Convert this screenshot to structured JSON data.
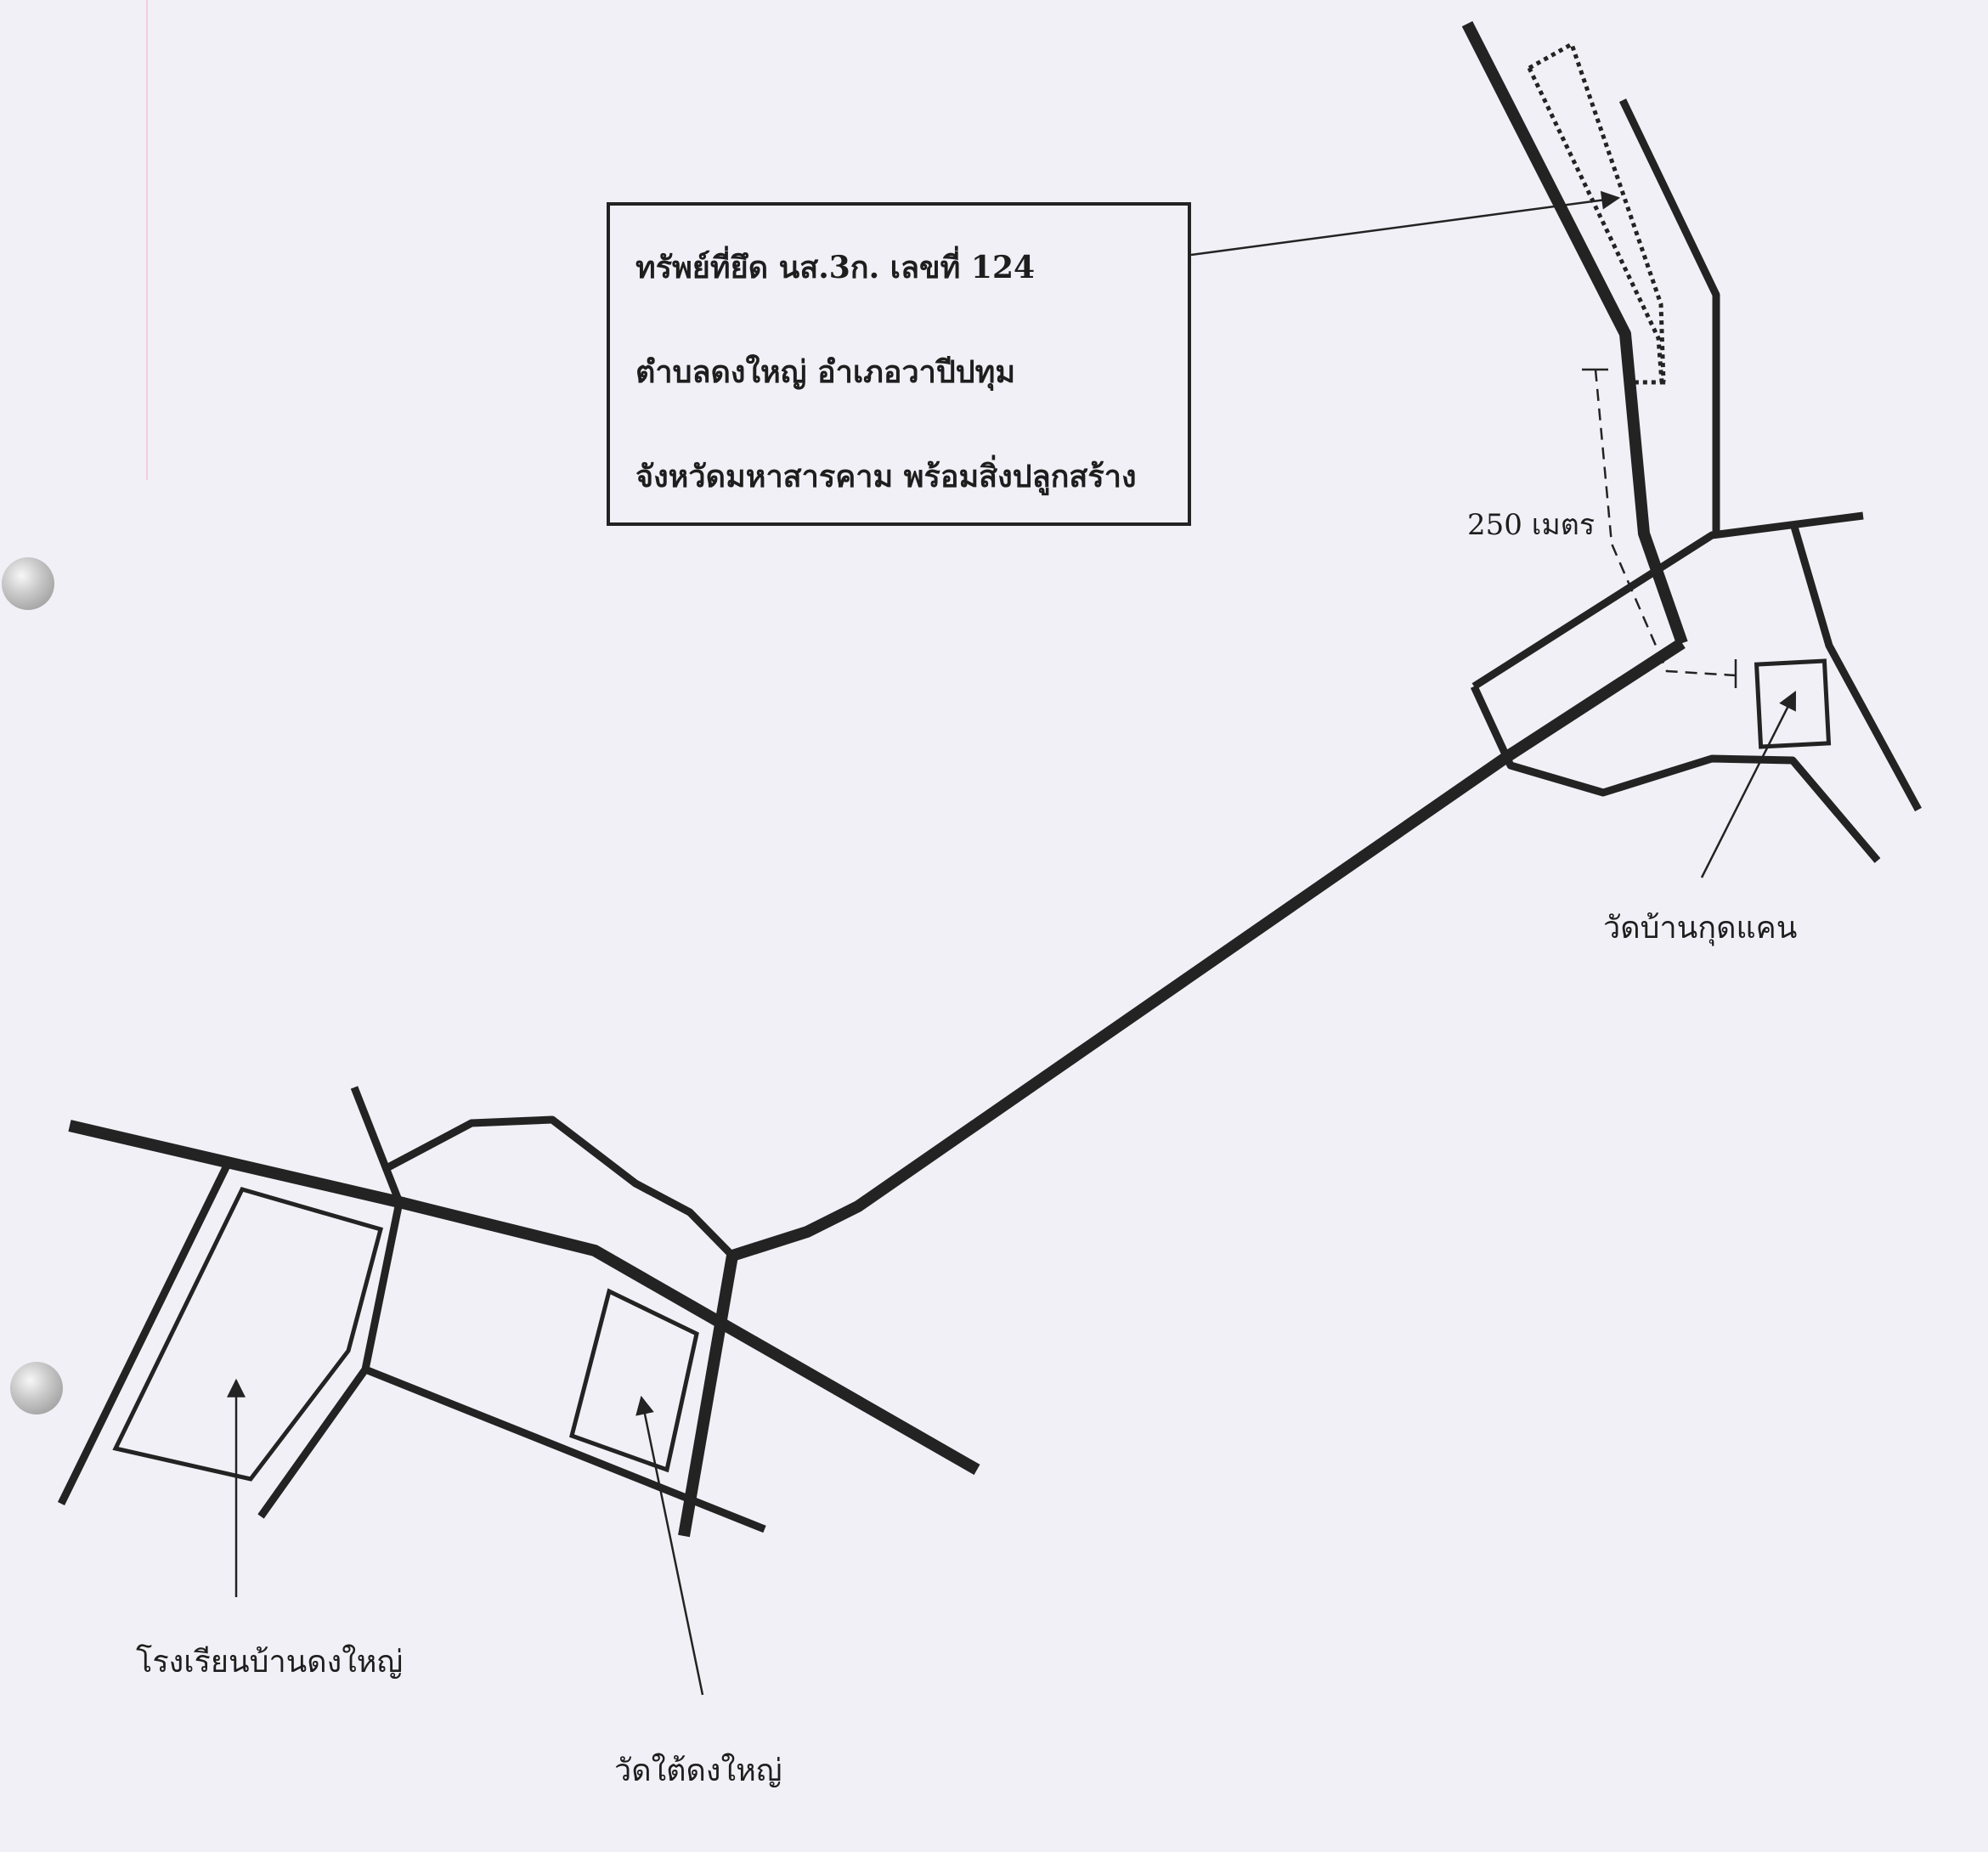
{
  "title_box": {
    "line1": "ทรัพย์ที่ยึด นส.3ก. เลขที่  124",
    "line2": "ตำบลดงใหญ่   อำเภอวาปีปทุม",
    "line3": "จังหวัดมหาสารคาม  พร้อมสิ่งปลูกสร้าง"
  },
  "labels": {
    "distance": "250 เมตร",
    "wat_ban_kudkhaen": "วัดบ้านกุดแคน",
    "rongrian_ban_dongyai": "โรงเรียนบ้านดงใหญ่",
    "wat_tai_dongyai": "วัดใต้ดงใหญ่"
  },
  "colors": {
    "ink": "#232323",
    "paper": "#f1f0f6"
  }
}
